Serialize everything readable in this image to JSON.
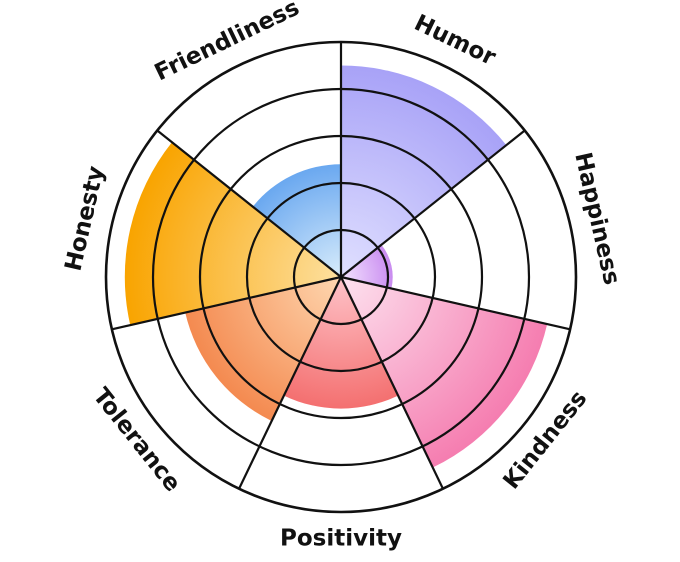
{
  "chart_data": {
    "type": "polar-area",
    "title": "",
    "max_value": 5,
    "ring_count": 5,
    "categories": [
      "Humor",
      "Happiness",
      "Kindness",
      "Positivity",
      "Tolerance",
      "Honesty",
      "Friendliness"
    ],
    "values": [
      4.5,
      1.1,
      4.5,
      2.8,
      3.4,
      4.6,
      2.4
    ],
    "colors": [
      [
        "#e0e0ff",
        "#a8a2f7"
      ],
      [
        "#f4e4ff",
        "#c98cf0"
      ],
      [
        "#fde2ef",
        "#f57db0"
      ],
      [
        "#fec3c9",
        "#f47070"
      ],
      [
        "#fed7b0",
        "#f48a50"
      ],
      [
        "#fde0a0",
        "#f9a400"
      ],
      [
        "#d8ecfb",
        "#6aa8f0"
      ]
    ],
    "grid": true,
    "legend": "none"
  }
}
